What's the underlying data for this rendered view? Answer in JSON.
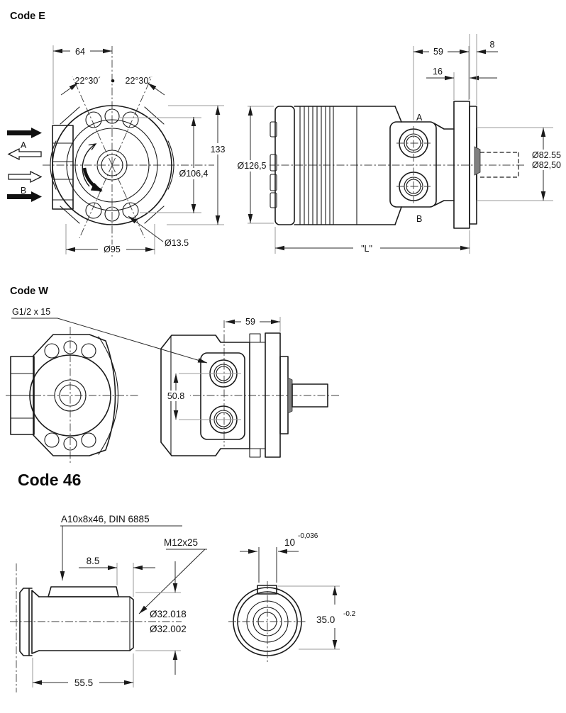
{
  "code_e": {
    "title": "Code E",
    "front": {
      "dim_width": "64",
      "angle_left": "22°30´",
      "angle_right": "22°30´",
      "dim_height": "133",
      "bolt_circle_dia": "Ø106,4",
      "pilot_dia": "Ø95",
      "hole_dia": "Ø13.5",
      "port_a": "A",
      "port_b": "B"
    },
    "side": {
      "dim_port_to_face": "59",
      "dim_pilot_depth": "8",
      "dim_flange_thickness": "16",
      "body_dia": "Ø126,5",
      "pilot_dia_max": "Ø82.55",
      "pilot_dia_min": "Ø82,50",
      "port_a": "A",
      "port_b": "B",
      "length": "\"L\""
    }
  },
  "code_w": {
    "title": "Code W",
    "thread": "G1/2 x 15",
    "dim_port_to_face": "59",
    "port_spacing": "50.8"
  },
  "code_46": {
    "title": "Code 46",
    "key_spec": "A10x8x46, DIN 6885",
    "thread": "M12x25",
    "dim_key_offset": "8.5",
    "shaft_dia_max": "Ø32.018",
    "shaft_dia_min": "Ø32.002",
    "shaft_length": "55.5",
    "key_width": "10",
    "key_width_tol": "-0,036",
    "flat_height": "35.0",
    "flat_height_tol": "-0.2"
  }
}
